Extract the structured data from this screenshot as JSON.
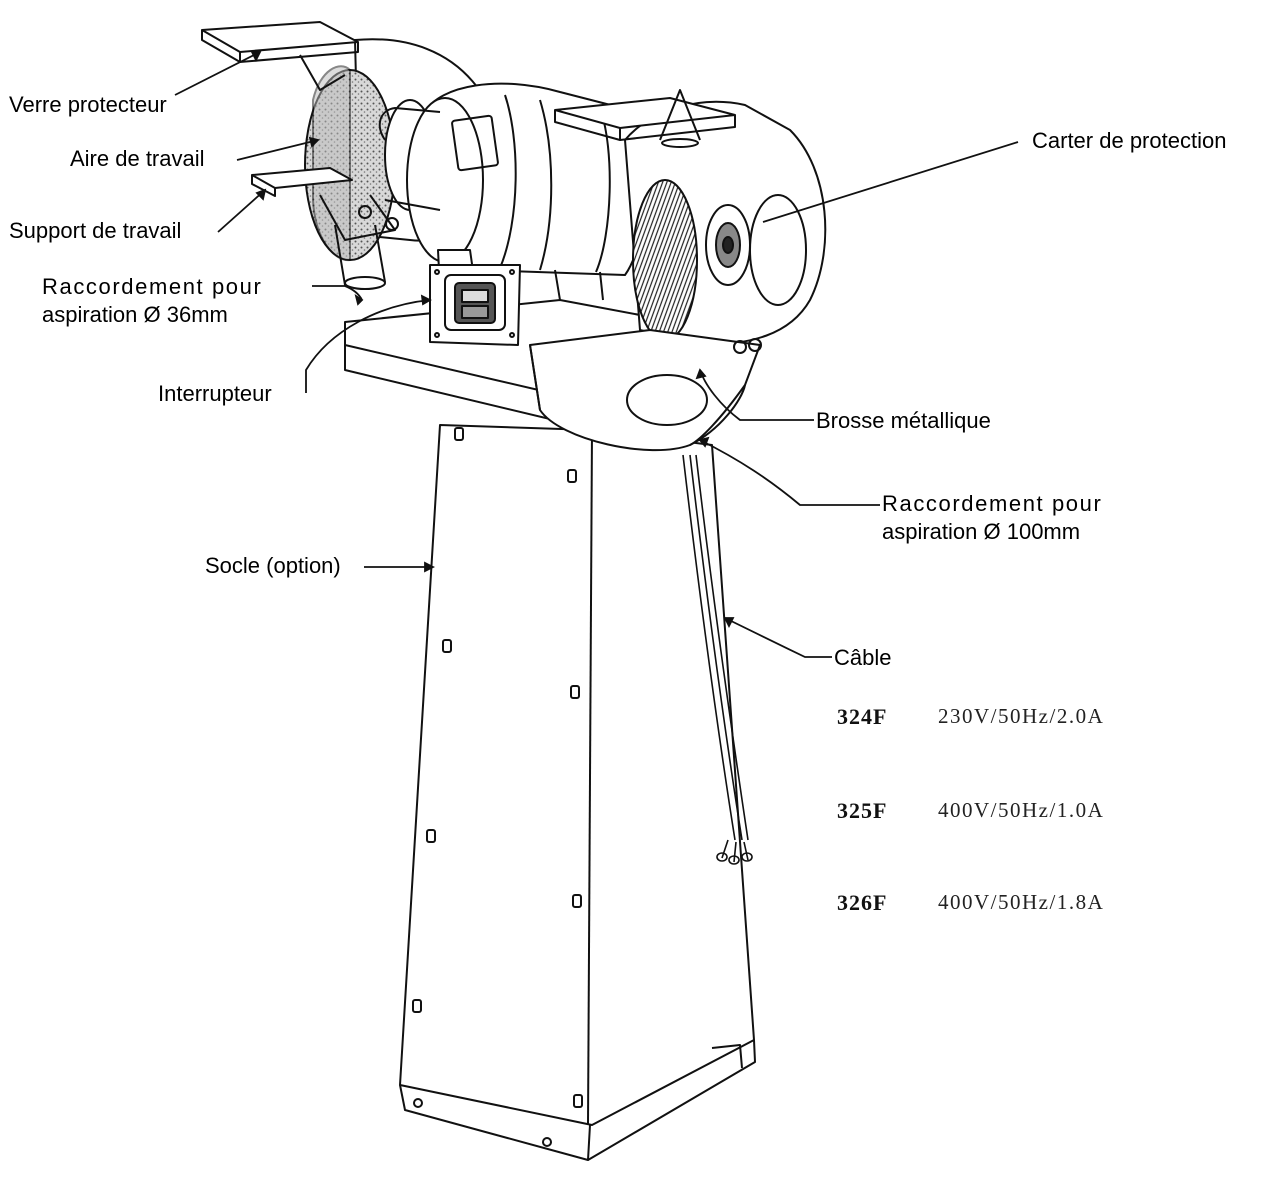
{
  "labels": {
    "verre": "Verre protecteur",
    "aire": "Aire de travail",
    "support": "Support de travail",
    "raccord_small_1": "Raccordement pour",
    "raccord_small_2": "aspiration Ø 36mm",
    "interrupteur": "Interrupteur",
    "carter": "Carter de protection",
    "brosse": "Brosse métallique",
    "raccord_large_1": "Raccordement pour",
    "raccord_large_2": "aspiration Ø 100mm",
    "socle": "Socle (option)",
    "cable": "Câble"
  },
  "specs": [
    {
      "model": "324F",
      "rating": "230V/50Hz/2.0A"
    },
    {
      "model": "325F",
      "rating": "400V/50Hz/1.0A"
    },
    {
      "model": "326F",
      "rating": "400V/50Hz/1.8A"
    }
  ],
  "colors": {
    "line": "#111111",
    "paper": "#ffffff",
    "shade": "#9a9a9a"
  }
}
